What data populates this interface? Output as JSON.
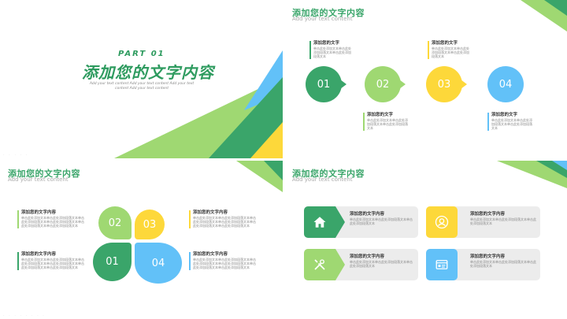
{
  "cover": {
    "part": "PART 01",
    "title": "添加您的文字内容",
    "subtitle": "Add your text content Add your text content Add your text content Add your text content"
  },
  "slide2": {
    "title": "添加您的文字内容",
    "subtitle": "Add your text content",
    "steps": [
      {
        "num": "01",
        "color": "#3aa56a",
        "label": "添加您的文字",
        "body": "单击此处添加文本单击此处添加段落文本单击此处添加段落文本"
      },
      {
        "num": "02",
        "color": "#9fd872",
        "label": "添加您的文字",
        "body": "单击此处添加文本单击此处添加段落文本单击此处添加段落文本"
      },
      {
        "num": "03",
        "color": "#fdd83a",
        "label": "添加您的文字",
        "body": "单击此处添加文本单击此处添加段落文本单击此处添加段落文本"
      },
      {
        "num": "04",
        "color": "#62c1f8",
        "label": "添加您的文字",
        "body": "单击此处添加文本单击此处添加段落文本单击此处添加段落文本"
      }
    ]
  },
  "slide3": {
    "title": "添加您的文字内容",
    "subtitle": "Add your text content",
    "petals": [
      {
        "num": "02",
        "color": "#9fd872"
      },
      {
        "num": "03",
        "color": "#fdd83a"
      },
      {
        "num": "01",
        "color": "#3aa56a"
      },
      {
        "num": "04",
        "color": "#62c1f8"
      }
    ],
    "blocks": [
      {
        "label": "添加您的文字内容",
        "color": "#9fd872",
        "body": "单击此处添加文本单击此处添加段落文本单击此处添加段落文本单击此处添加段落文本单击此处添加段落文本单击此处添加段落文本"
      },
      {
        "label": "添加您的文字内容",
        "color": "#3aa56a",
        "body": "单击此处添加文本单击此处添加段落文本单击此处添加段落文本单击此处添加段落文本单击此处添加段落文本单击此处添加段落文本"
      },
      {
        "label": "添加您的文字内容",
        "color": "#fdd83a",
        "body": "单击此处添加文本单击此处添加段落文本单击此处添加段落文本单击此处添加段落文本单击此处添加段落文本单击此处添加段落文本"
      },
      {
        "label": "添加您的文字内容",
        "color": "#62c1f8",
        "body": "单击此处添加文本单击此处添加段落文本单击此处添加段落文本单击此处添加段落文本单击此处添加段落文本单击此处添加段落文本"
      }
    ]
  },
  "slide4": {
    "title": "添加您的文字内容",
    "subtitle": "Add your text content",
    "cards": [
      {
        "label": "添加您的文字内容",
        "color": "#3aa56a",
        "icon": "home-icon",
        "body": "单击此处添加文本单击此处添加段落文本单击此处添加段落文本"
      },
      {
        "label": "添加您的文字内容",
        "color": "#fdd83a",
        "icon": "user-icon",
        "body": "单击此处添加文本单击此处添加段落文本单击此处添加段落文本"
      },
      {
        "label": "添加您的文字内容",
        "color": "#9fd872",
        "icon": "tools-icon",
        "body": "单击此处添加文本单击此处添加段落文本单击此处添加段落文本"
      },
      {
        "label": "添加您的文字内容",
        "color": "#62c1f8",
        "icon": "id-card-icon",
        "body": "单击此处添加文本单击此处添加段落文本单击此处添加段落文本"
      }
    ]
  }
}
